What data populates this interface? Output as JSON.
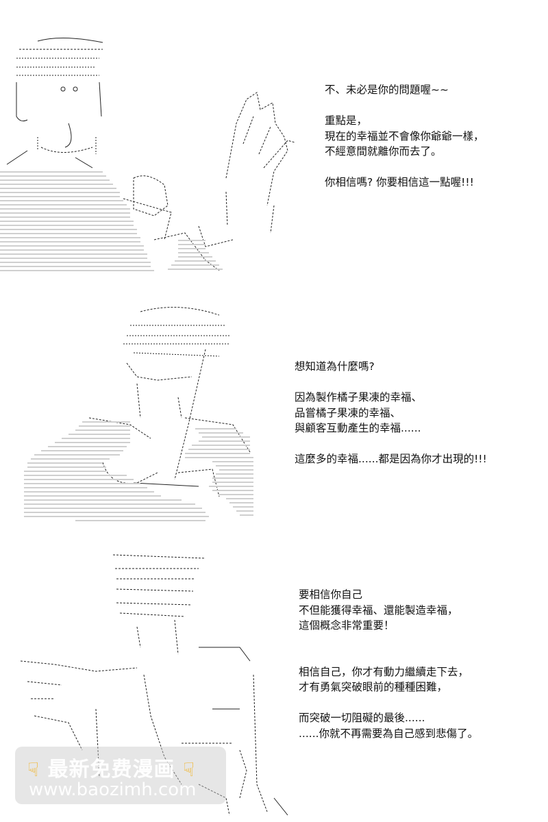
{
  "panels": [
    {
      "lines": [
        "不、未必是你的問題喔~~",
        "",
        "重點是，",
        "現在的幸福並不會像你爺爺一樣，",
        "不經意間就離你而去了。",
        "",
        "你相信嗎? 你要相信這一點喔!!!"
      ]
    },
    {
      "lines": [
        "想知道為什麼嗎?",
        "",
        "因為製作橘子果凍的幸福、",
        "品嘗橘子果凍的幸福、",
        "與顧客互動產生的幸福......",
        "",
        "這麼多的幸福......都是因為你才出現的!!!"
      ]
    },
    {
      "lines": [
        "要相信你自己",
        "不但能獲得幸福、還能製造幸福，",
        "這個概念非常重要！",
        "",
        "",
        "相信自己，你才有動力繼續走下去，",
        "才有勇氣突破眼前的種種困難，",
        "",
        "而突破一切阻礙的最後......",
        "......你就不再需要為自己感到悲傷了。"
      ]
    }
  ],
  "watermark": {
    "title": "最新免费漫画",
    "url": "www.baozimh.com",
    "hand_icon": "pointing-hand-icon"
  }
}
